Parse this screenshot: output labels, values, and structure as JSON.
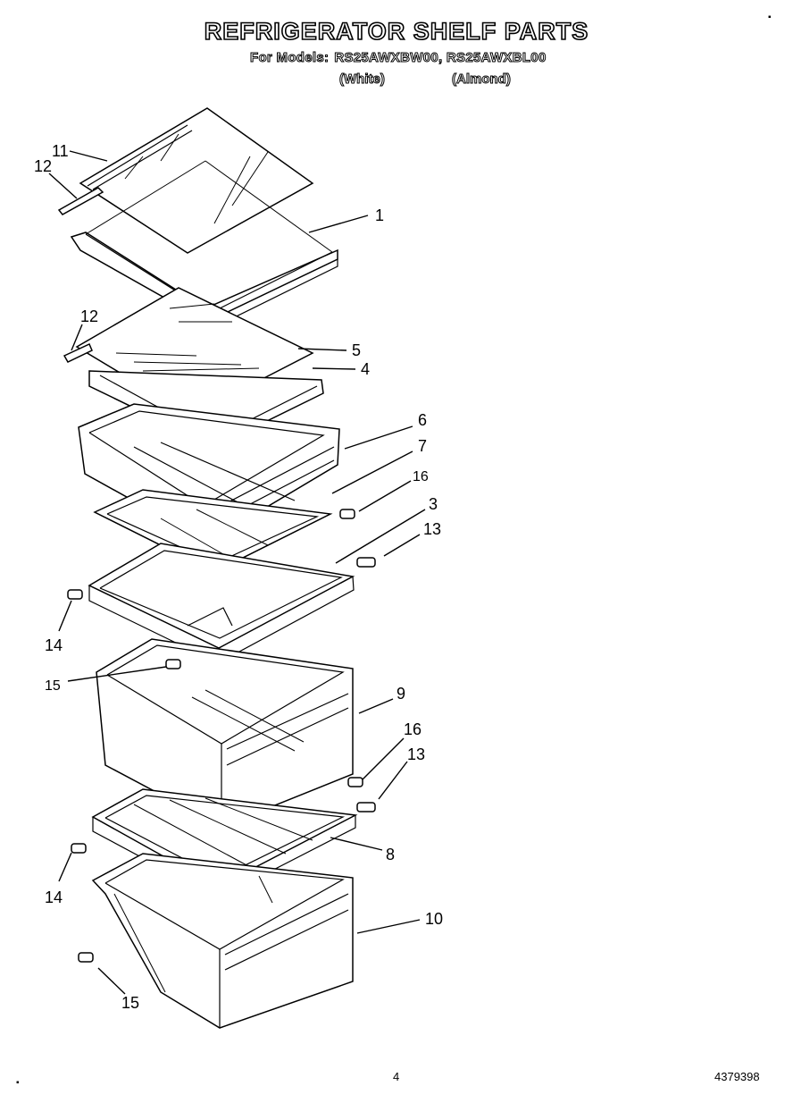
{
  "title": "REFRIGERATOR SHELF PARTS",
  "models": {
    "label": "For Models:",
    "list": "RS25AWXBW00, RS25AWXBL00",
    "variants": [
      "(White)",
      "(Almond)"
    ]
  },
  "callouts": [
    "11",
    "12",
    "1",
    "12",
    "5",
    "4",
    "6",
    "7",
    "16",
    "3",
    "13",
    "14",
    "15",
    "9",
    "16",
    "13",
    "8",
    "14",
    "10",
    "15"
  ],
  "footer": {
    "page_number": "4",
    "document_number": "4379398"
  },
  "colors": {
    "ink": "#000000",
    "paper": "#ffffff"
  }
}
